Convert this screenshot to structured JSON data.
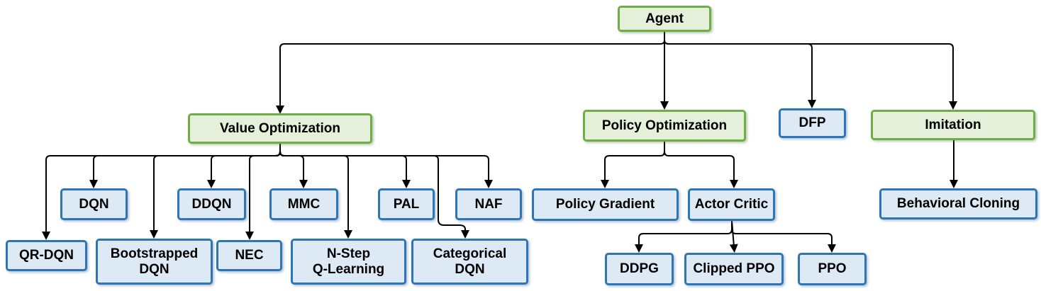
{
  "diagram": {
    "type": "flowchart-hierarchy",
    "subject": "reinforcement-learning-agent-taxonomy",
    "colors": {
      "category_fill": "#e4f0da",
      "category_border": "#70ad47",
      "algorithm_fill": "#dde9f5",
      "algorithm_border": "#2e75b6",
      "connector": "#000000",
      "text": "#000000",
      "background": "#ffffff"
    },
    "nodes": {
      "agent": {
        "label": "Agent",
        "style": "green"
      },
      "value_optimization": {
        "label": "Value Optimization",
        "style": "green"
      },
      "policy_optimization": {
        "label": "Policy Optimization",
        "style": "green"
      },
      "dfp": {
        "label": "DFP",
        "style": "blue"
      },
      "imitation": {
        "label": "Imitation",
        "style": "green"
      },
      "dqn": {
        "label": "DQN",
        "style": "blue"
      },
      "ddqn": {
        "label": "DDQN",
        "style": "blue"
      },
      "mmc": {
        "label": "MMC",
        "style": "blue"
      },
      "pal": {
        "label": "PAL",
        "style": "blue"
      },
      "naf": {
        "label": "NAF",
        "style": "blue"
      },
      "qr_dqn": {
        "label": "QR-DQN",
        "style": "blue"
      },
      "bootstrapped_dqn": {
        "label": "Bootstrapped\nDQN",
        "style": "blue"
      },
      "nec": {
        "label": "NEC",
        "style": "blue"
      },
      "n_step_q_learning": {
        "label": "N-Step\nQ-Learning",
        "style": "blue"
      },
      "categorical_dqn": {
        "label": "Categorical\nDQN",
        "style": "blue"
      },
      "policy_gradient": {
        "label": "Policy Gradient",
        "style": "blue"
      },
      "actor_critic": {
        "label": "Actor Critic",
        "style": "blue"
      },
      "ddpg": {
        "label": "DDPG",
        "style": "blue"
      },
      "clipped_ppo": {
        "label": "Clipped PPO",
        "style": "blue"
      },
      "ppo": {
        "label": "PPO",
        "style": "blue"
      },
      "behavioral_cloning": {
        "label": "Behavioral Cloning",
        "style": "blue"
      }
    },
    "edges": [
      [
        "agent",
        "value_optimization"
      ],
      [
        "agent",
        "policy_optimization"
      ],
      [
        "agent",
        "dfp"
      ],
      [
        "agent",
        "imitation"
      ],
      [
        "value_optimization",
        "dqn"
      ],
      [
        "value_optimization",
        "ddqn"
      ],
      [
        "value_optimization",
        "mmc"
      ],
      [
        "value_optimization",
        "pal"
      ],
      [
        "value_optimization",
        "naf"
      ],
      [
        "value_optimization",
        "qr_dqn"
      ],
      [
        "value_optimization",
        "bootstrapped_dqn"
      ],
      [
        "value_optimization",
        "nec"
      ],
      [
        "value_optimization",
        "n_step_q_learning"
      ],
      [
        "value_optimization",
        "categorical_dqn"
      ],
      [
        "policy_optimization",
        "policy_gradient"
      ],
      [
        "policy_optimization",
        "actor_critic"
      ],
      [
        "actor_critic",
        "ddpg"
      ],
      [
        "actor_critic",
        "clipped_ppo"
      ],
      [
        "actor_critic",
        "ppo"
      ],
      [
        "imitation",
        "behavioral_cloning"
      ]
    ]
  }
}
